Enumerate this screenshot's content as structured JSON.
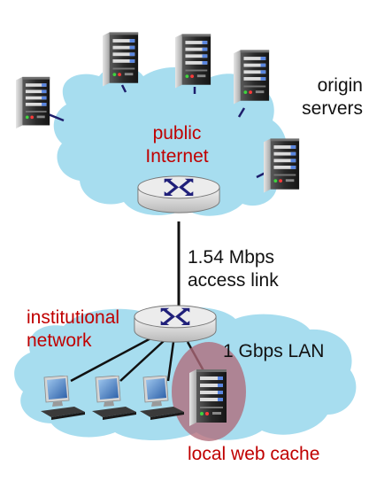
{
  "labels": {
    "origin_servers": [
      "origin",
      "servers"
    ],
    "public_internet": [
      "public",
      "Internet"
    ],
    "access_link": [
      "1.54 Mbps",
      "access link"
    ],
    "institutional_network": [
      "institutional",
      "network"
    ],
    "lan": "1 Gbps LAN",
    "local_web_cache": "local web cache"
  },
  "colors": {
    "cloud": "#a7ddef",
    "link": "#1d1d6b",
    "highlight_text": "#c00000",
    "cache_highlight": "#b06a7a",
    "router_arrow": "#20207a"
  },
  "icons": [
    "server-icon",
    "router-icon",
    "desktop-computer-icon"
  ]
}
